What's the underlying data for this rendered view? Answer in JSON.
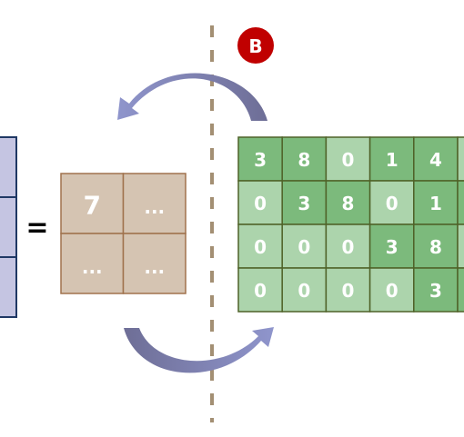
{
  "badge": {
    "label": "B",
    "color": "#c00000"
  },
  "equals_sign": "=",
  "result_matrix": {
    "cells": [
      "7",
      "...",
      "...",
      "..."
    ],
    "fill": "#d5c4b2",
    "border": "#a0724d"
  },
  "weight_matrix": {
    "rows": [
      [
        "3",
        "8",
        "0",
        "1",
        "4",
        ""
      ],
      [
        "0",
        "3",
        "8",
        "0",
        "1",
        ""
      ],
      [
        "0",
        "0",
        "0",
        "3",
        "8",
        ""
      ],
      [
        "0",
        "0",
        "0",
        "0",
        "3",
        ""
      ]
    ],
    "dark_cells": [
      [
        true,
        true,
        false,
        true,
        true,
        false
      ],
      [
        false,
        true,
        true,
        false,
        true,
        true
      ],
      [
        false,
        false,
        false,
        true,
        true,
        false
      ],
      [
        false,
        false,
        false,
        false,
        true,
        true
      ]
    ],
    "dark_fill": "#7cba7c",
    "light_fill": "#acd4ac",
    "border": "#4f6228"
  },
  "left_matrix": {
    "fill": "#c5c5e2",
    "border": "#1f3864"
  },
  "colors": {
    "divider": "#a38f73",
    "arrow_light": "#8f95cc",
    "arrow_dark": "#6e6e96"
  },
  "icons": {
    "rotate_top": "curved-arrow-left-icon",
    "rotate_bottom": "curved-arrow-right-icon"
  }
}
